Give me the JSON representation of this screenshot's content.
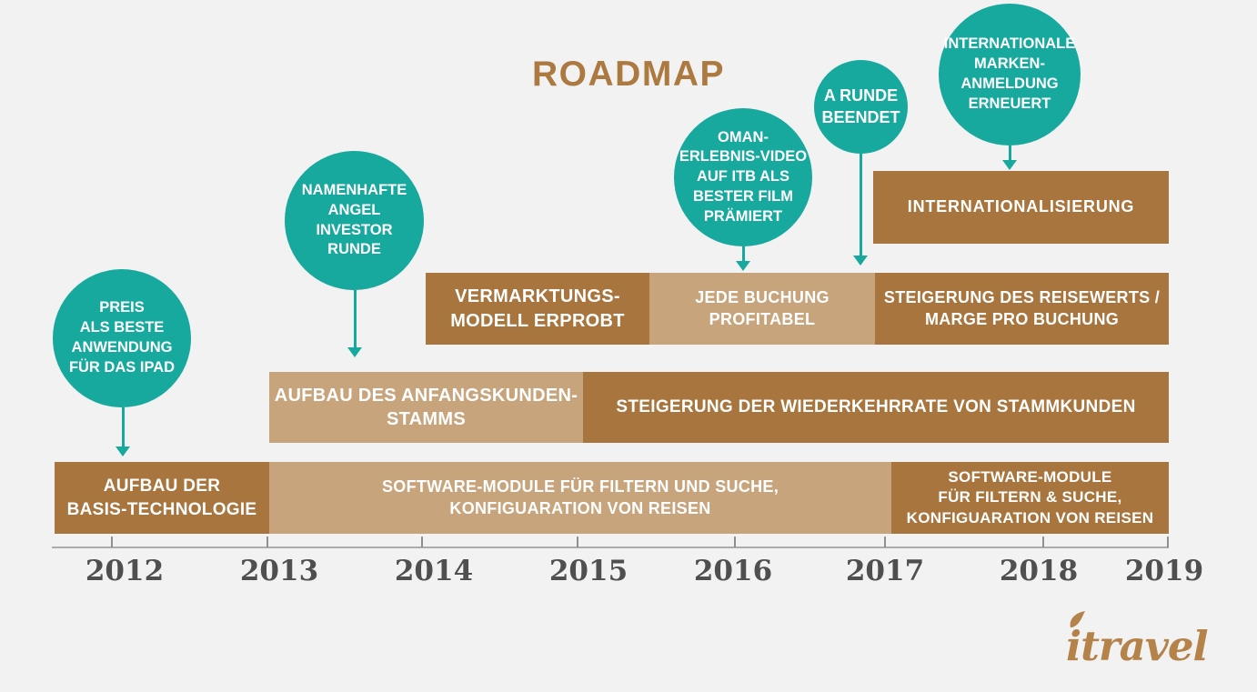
{
  "title": "ROADMAP",
  "colors": {
    "background": "#f2f2f2",
    "milestone_teal": "#17a89e",
    "bar_dark_brown": "#a7753d",
    "bar_light_tan": "#c7a47c",
    "title_brown": "#ac7a41",
    "year_gray": "#4f4f4f",
    "logo_brown": "#b5834a"
  },
  "milestones": [
    {
      "label": "PREIS\nALS BESTE\nANWENDUNG\nFÜR DAS IPAD"
    },
    {
      "label": "NAMENHAFTE\nANGEL\nINVESTOR\nRUNDE"
    },
    {
      "label": "OMAN-\nERLEBNIS-VIDEO\nAUF ITB ALS\nBESTER FILM\nPRÄMIERT"
    },
    {
      "label": "A RUNDE\nBEENDET"
    },
    {
      "label": "INTERNATIONALE\nMARKEN-\nANMELDUNG\nERNEUERT"
    }
  ],
  "bars": [
    {
      "label": "INTERNATIONALISIERUNG",
      "tone": "dark"
    },
    {
      "label": "VERMARKTUNGS-\nMODELL ERPROBT",
      "tone": "dark"
    },
    {
      "label": "JEDE BUCHUNG\nPROFITABEL",
      "tone": "light"
    },
    {
      "label": "STEIGERUNG DES REISEWERTS /\nMARGE PRO BUCHUNG",
      "tone": "dark"
    },
    {
      "label": "AUFBAU DES ANFANGSKUNDEN-\nSTAMMS",
      "tone": "light"
    },
    {
      "label": "STEIGERUNG DER WIEDERKEHRRATE VON STAMMKUNDEN",
      "tone": "dark"
    },
    {
      "label": "AUFBAU DER\nBASIS-TECHNOLOGIE",
      "tone": "dark"
    },
    {
      "label": "SOFTWARE-MODULE FÜR FILTERN UND SUCHE,\nKONFIGUARATION VON REISEN",
      "tone": "light"
    },
    {
      "label": "SOFTWARE-MODULE\nFÜR FILTERN & SUCHE,\nKONFIGUARATION VON REISEN",
      "tone": "dark"
    }
  ],
  "timeline": {
    "years": [
      "2012",
      "2013",
      "2014",
      "2015",
      "2016",
      "2017",
      "2018",
      "2019"
    ]
  },
  "logo": {
    "text": "itravel"
  }
}
